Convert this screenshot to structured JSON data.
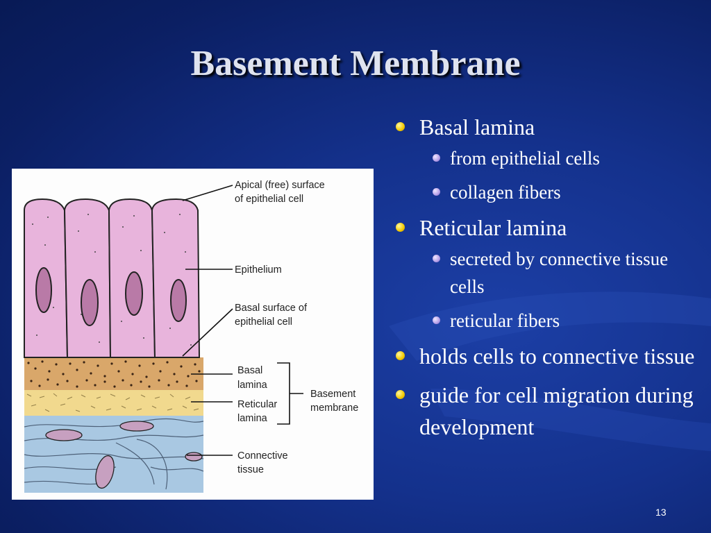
{
  "slide": {
    "title": "Basement Membrane",
    "page_number": "13"
  },
  "bullets": [
    {
      "text": "Basal lamina",
      "sub": [
        " from epithelial cells",
        "collagen fibers"
      ]
    },
    {
      "text": "Reticular lamina",
      "sub": [
        "secreted by connective tissue cells",
        "reticular fibers"
      ]
    },
    {
      "text": "holds cells to connective tissue",
      "sub": []
    },
    {
      "text": "guide for cell migration during development",
      "sub": []
    }
  ],
  "figure": {
    "labels": {
      "apical_1": "Apical (free) surface",
      "apical_2": "of epithelial cell",
      "epithelium": "Epithelium",
      "basal_surface_1": "Basal surface of",
      "basal_surface_2": "epithelial cell",
      "basal_lamina_1": "Basal",
      "basal_lamina_2": "lamina",
      "reticular_lamina_1": "Reticular",
      "reticular_lamina_2": "lamina",
      "basement_membrane_1": "Basement",
      "basement_membrane_2": "membrane",
      "connective_1": "Connective",
      "connective_2": "tissue"
    },
    "colors": {
      "cell_fill": "#e8b4dc",
      "nucleus_fill": "#b97aa7",
      "basal_lamina": "#d9a76a",
      "reticular_lamina": "#f1d98e",
      "connective_tissue": "#a9c8e2"
    }
  },
  "theme": {
    "bullet_primary": "#f2c800",
    "bullet_secondary": "#b49ee8"
  }
}
